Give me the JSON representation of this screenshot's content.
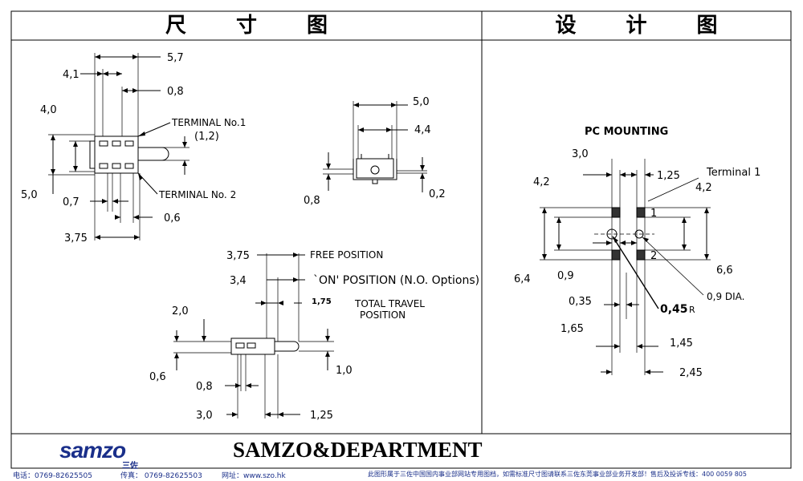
{
  "header": {
    "left_title": "尺寸图",
    "right_title": "设计图"
  },
  "drawing": {
    "top_left": {
      "dims": [
        "5,7",
        "4,1",
        "0,8",
        "4,0",
        "(1,2)",
        "5,0",
        "0,7",
        "0,6",
        "3,75"
      ],
      "terminal1": "TERMINAL No.1",
      "terminal2": "TERMINAL No. 2"
    },
    "top_mid": {
      "dims": [
        "5,0",
        "4,4",
        "0,8",
        "0,2"
      ]
    },
    "bottom": {
      "dims": [
        "3,75",
        "3,4",
        "1,75",
        "2,0",
        "0,6",
        "0,8",
        "1,0",
        "3,0",
        "1,25"
      ],
      "free_position": "FREE POSITION",
      "on_position": "`ON' POSITION (N.O. Options)",
      "total_travel_1": "TOTAL TRAVEL",
      "total_travel_2": "POSITION"
    },
    "pc": {
      "title": "PC MOUNTING",
      "terminal1": "Terminal 1",
      "pin1": "1",
      "pin2": "2",
      "dims": [
        "3,0",
        "1,25",
        "4,2",
        "4,2",
        "6,4",
        "0,9",
        "6,6",
        "0,35",
        "0,45",
        "R",
        "0,9 DIA.",
        "1,65",
        "1,45",
        "2,45"
      ]
    }
  },
  "footer": {
    "company": "SAMZO&DEPARTMENT",
    "logo": "samzo",
    "logo_cn": "三佐",
    "phone": "电话：0769-82625505",
    "fax": "传真： 0769-82625503",
    "web": "网址：www.szo.hk",
    "notice": "此图形属于三佐中国国内事业部网站专用图档，如需标准尺寸图请联系三佐东莞事业部业务开发部！售后及投诉专线：400 0059 805"
  }
}
